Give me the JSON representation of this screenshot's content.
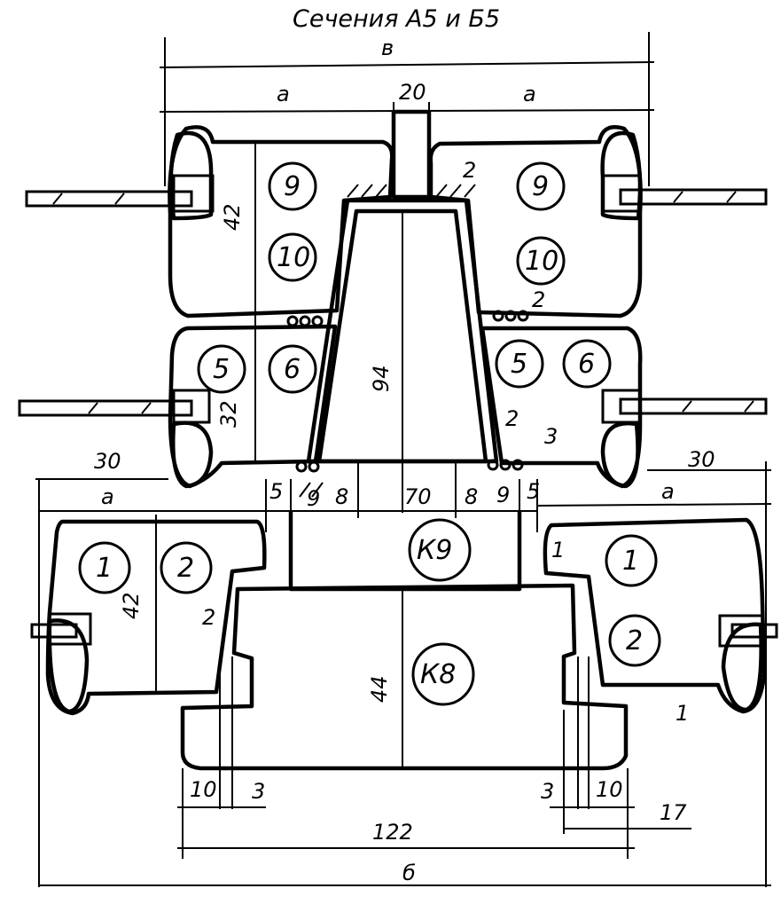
{
  "title": "Сечения А5 и Б5",
  "dimensions": {
    "top_overall": "в",
    "top_left_a": "a",
    "top_gap": "20",
    "top_right_a": "a",
    "upper_height": "42",
    "middle_height": "32",
    "tube_height": "94",
    "offset_2_a": "2",
    "offset_2_b": "2",
    "offset_2_c": "2",
    "offset_3": "3",
    "left_30": "30",
    "right_30": "30",
    "lower_left_a": "a",
    "lower_right_a": "a",
    "d5_left": "5",
    "d9_left": "9",
    "d8_left": "8",
    "d70": "70",
    "d8_right": "8",
    "d9_right": "9",
    "d5_right": "5",
    "lower_height": "42",
    "d2_lower": "2",
    "d1_upper": "1",
    "d1_lower": "1",
    "base_height": "44",
    "d10_left": "10",
    "d3_left": "3",
    "d3_right": "3",
    "d10_right": "10",
    "d17": "17",
    "d122": "122",
    "bottom_overall": "б"
  },
  "elements": {
    "e9_left": "9",
    "e10_left": "10",
    "e9_right": "9",
    "e10_right": "10",
    "e5_left": "5",
    "e6_left": "6",
    "e5_right": "5",
    "e6_right": "6",
    "e1_left": "1",
    "e2_left": "2",
    "e1_right": "1",
    "e2_right": "2",
    "k9": "К9",
    "k8": "К8"
  }
}
